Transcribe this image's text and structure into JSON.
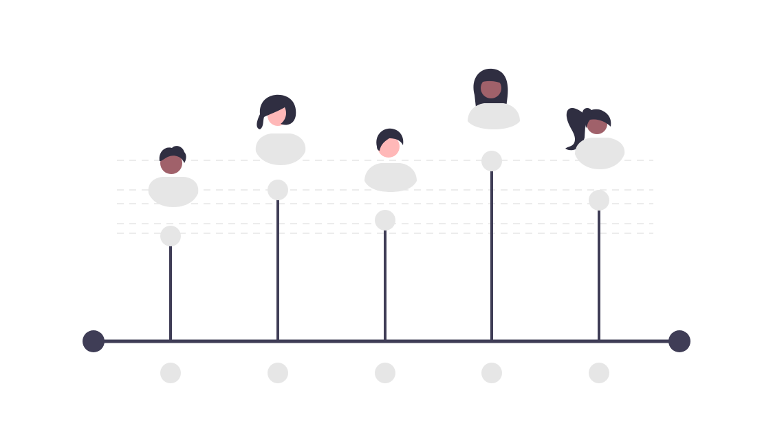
{
  "colors": {
    "dark": "#3f3d56",
    "light_gray": "#e6e6e6",
    "dashed_line": "#e6e6e6",
    "skin_dark": "#a0616a",
    "skin_light": "#ffb8b8",
    "hair": "#2f2e41"
  },
  "people": [
    {
      "icon": "person-short-hair-icon",
      "skin": "dark"
    },
    {
      "icon": "person-bob-hair-icon",
      "skin": "light"
    },
    {
      "icon": "person-short-hair-icon",
      "skin": "light"
    },
    {
      "icon": "person-long-hair-icon",
      "skin": "dark"
    },
    {
      "icon": "person-ponytail-icon",
      "skin": "dark"
    }
  ],
  "timeline": {
    "start_marker_icon": "timeline-start-dot-icon",
    "end_marker_icon": "timeline-end-dot-icon",
    "milestone_icon": "milestone-dot-icon"
  }
}
